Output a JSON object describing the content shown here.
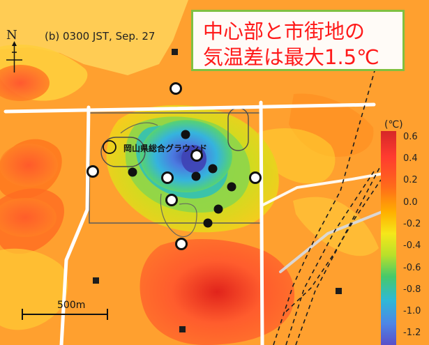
{
  "map": {
    "title": "(b) 0300 JST, Sep. 27",
    "north_label": "N",
    "place_label": "岡山県総合グラウンド",
    "scale_label": "500m",
    "legend": {
      "unit": "(℃)",
      "ticks": [
        "0.6",
        "0.4",
        "0.2",
        "0.0",
        "-0.2",
        "-0.4",
        "-0.6",
        "-0.8",
        "-1.0",
        "-1.2"
      ],
      "colors": [
        "#d62728",
        "#ff3b2f",
        "#ff6a1a",
        "#ffb000",
        "#f5e71a",
        "#b9e02a",
        "#46c96a",
        "#2fb9d6",
        "#4d86e6",
        "#5a4fc9"
      ]
    },
    "symbols": {
      "open_circle_markers": 7,
      "filled_circle_markers": 7,
      "square_markers": 4
    }
  },
  "callout": {
    "line1": "中心部と市街地の",
    "line2": "気温差は最大1.5℃",
    "text_color": "#ff1a1a",
    "border_color": "#80c040"
  },
  "colors": {
    "warm": "#ff6a1a",
    "cool": "#2fb9d6",
    "road": "#ffffff",
    "contour": "#5a5a5a"
  }
}
